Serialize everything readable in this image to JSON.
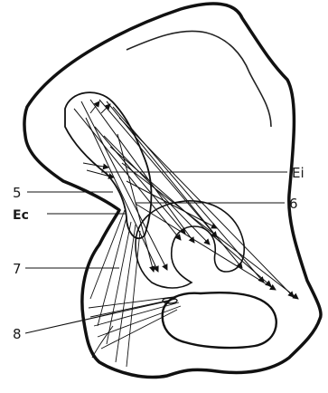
{
  "diagram": {
    "labels": {
      "ei": "Ei",
      "five": "5",
      "six": "6",
      "ec": "Ec",
      "seven": "7",
      "eight": "8"
    }
  }
}
